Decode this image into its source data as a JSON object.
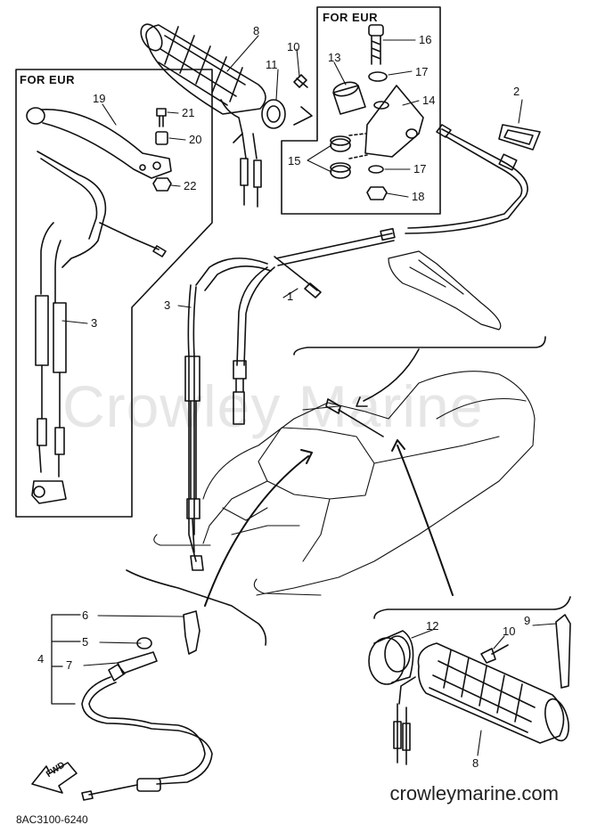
{
  "watermark": "Crowley Marine",
  "site": "crowleymarine.com",
  "diagram_code": "8AC3100-6240",
  "boxes": {
    "top_right": "FOR EUR",
    "left": "FOR EUR"
  },
  "arrow_label": "FWD",
  "callouts": {
    "c1": "1",
    "c2": "2",
    "c3a": "3",
    "c3b": "3",
    "c4": "4",
    "c5": "5",
    "c6": "6",
    "c7": "7",
    "c8a": "8",
    "c8b": "8",
    "c9": "9",
    "c10a": "10",
    "c10b": "10",
    "c11": "11",
    "c12": "12",
    "c13": "13",
    "c14": "14",
    "c15": "15",
    "c16": "16",
    "c17a": "17",
    "c17b": "17",
    "c18": "18",
    "c19": "19",
    "c20": "20",
    "c21": "21",
    "c22": "22"
  },
  "colors": {
    "ink": "#111111",
    "watermark": "#e6e6e6",
    "paper": "#ffffff"
  }
}
